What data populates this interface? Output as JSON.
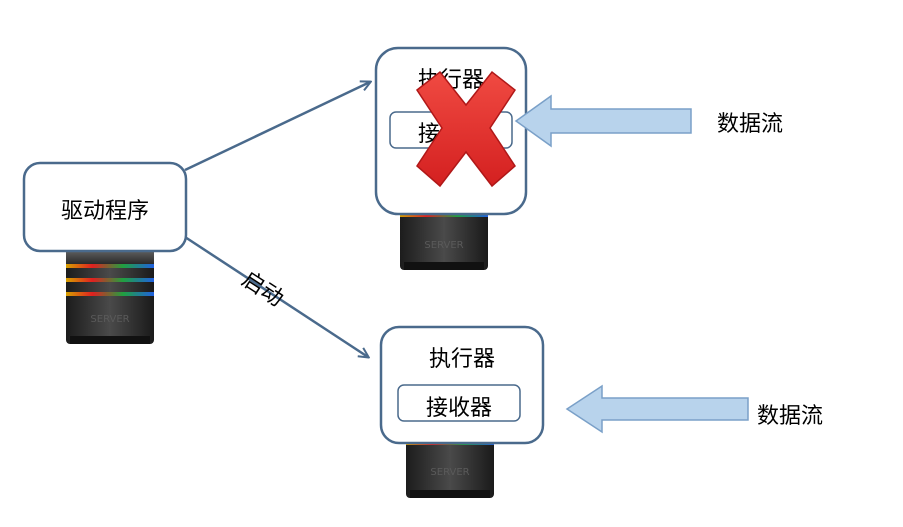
{
  "driver": {
    "label": "驱动程序"
  },
  "launch_label": "启动",
  "executor_top": {
    "title": "执行器",
    "receiver": "接收器"
  },
  "executor_bottom": {
    "title": "执行器",
    "receiver": "接收器"
  },
  "data_stream_top": "数据流",
  "data_stream_bottom": "数据流",
  "server_text": "SERVER",
  "colors": {
    "box_border": "#4a6a8c",
    "arrow_line": "#4a6a8c",
    "stream_arrow_fill": "#b8d3ec",
    "stream_arrow_stroke": "#7aa0c8",
    "cross_fill": "#e8312f",
    "server_body": "#2b2b2b"
  }
}
